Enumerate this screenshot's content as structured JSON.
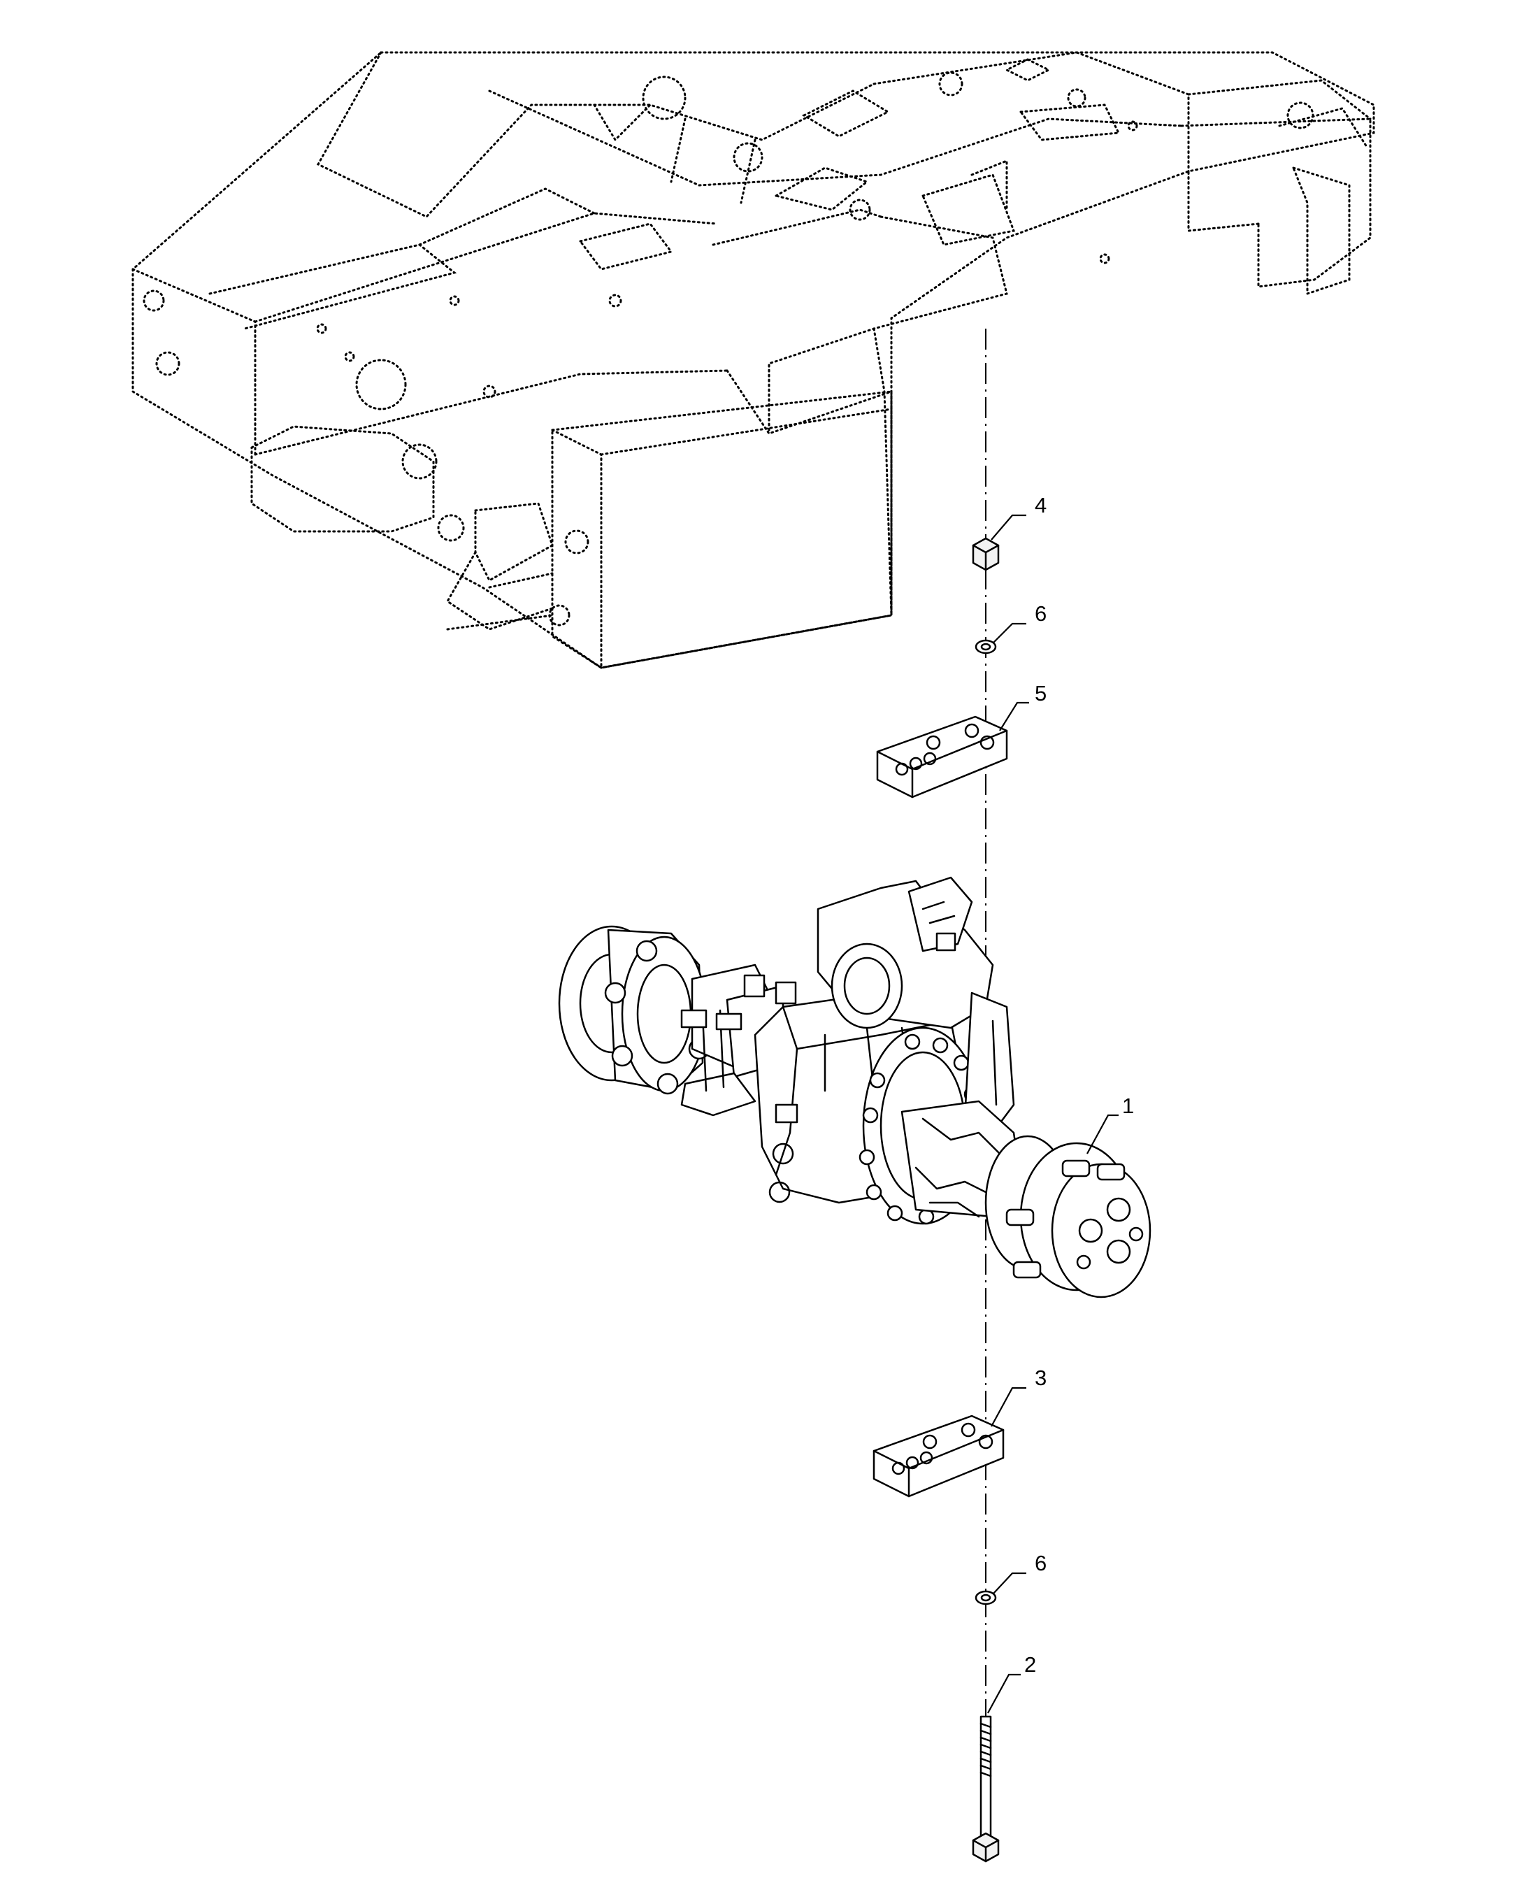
{
  "callouts": [
    {
      "label": "1",
      "part": "axle"
    },
    {
      "label": "2",
      "part": "bolt"
    },
    {
      "label": "3",
      "part": "lower-plate"
    },
    {
      "label": "4",
      "part": "nut"
    },
    {
      "label": "5",
      "part": "upper-plate"
    },
    {
      "label": "6",
      "part": "upper-washer"
    },
    {
      "label": "6",
      "part": "lower-washer"
    }
  ]
}
